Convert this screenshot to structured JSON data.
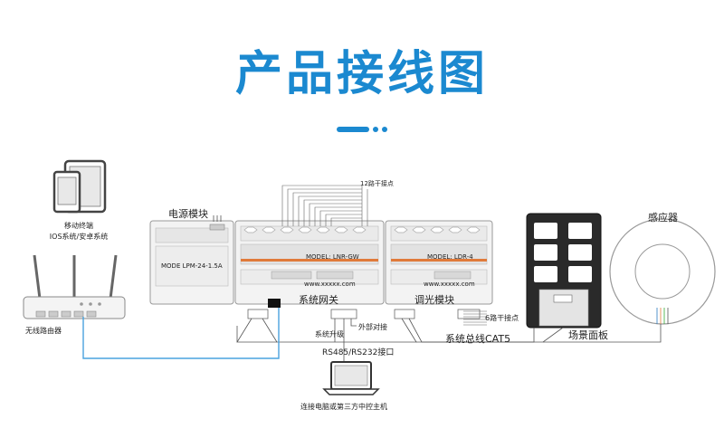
{
  "header": {
    "title": "产品接线图",
    "accent_color": "#1b89d0"
  },
  "devices": {
    "tablet": {
      "label_line1": "移动终端",
      "label_line2": "IOS系统/安卓系统"
    },
    "router": {
      "label": "无线路由器"
    },
    "power_module": {
      "label": "电源模块",
      "model_text": "MODE LPM-24-1.5A"
    },
    "gateway": {
      "label": "系统网关",
      "model_text": "MODEL: LNR-GW",
      "site_text": "www.xxxxx.com"
    },
    "dimmer": {
      "label": "调光模块",
      "model_text": "MODEL: LDR-4",
      "site_text": "www.xxxxx.com"
    },
    "scene_panel": {
      "label": "场景面板"
    },
    "sensor": {
      "label": "感应器"
    },
    "laptop": {
      "label": "连接电脑或第三方中控主机"
    }
  },
  "connections": {
    "dry_contact_top": "12路干接点",
    "dry_contact_6": "6路干接点",
    "system_upgrade": "系统升级",
    "external_dock": "外部对接",
    "rs485": "RS485/RS232接口",
    "bus": "系统总线CAT5"
  },
  "colors": {
    "line_gray": "#555555",
    "ethernet_blue": "#4aa3df",
    "device_light": "#f2f2f2",
    "device_border": "#999999"
  }
}
